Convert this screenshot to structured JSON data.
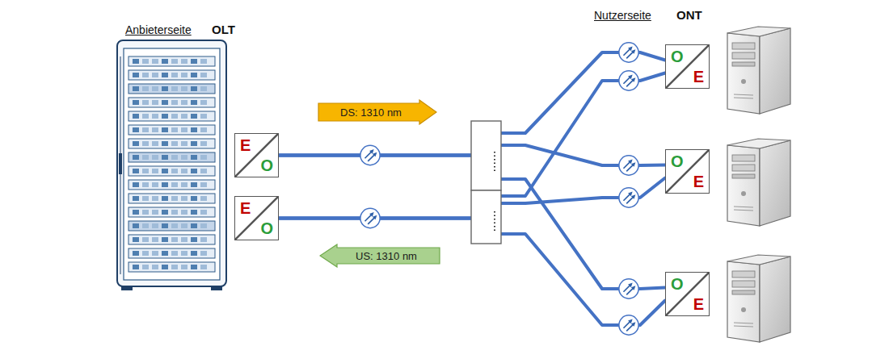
{
  "diagram": {
    "nodes": [
      {
        "text": [
          "E",
          "O"
        ]
      },
      {
        "text": [
          "E",
          "O"
        ]
      },
      {
        "text": [
          "DS: 1310 nm"
        ]
      },
      {
        "text": [
          "US: 1310 nm"
        ]
      },
      {
        "text": [
          "O",
          "E"
        ]
      },
      {
        "text": [
          "O",
          "E"
        ]
      },
      {
        "text": [
          "O",
          "E"
        ]
      }
    ],
    "edges": [
      {
        "from": 0,
        "to": 4,
        "arrow": "none"
      },
      {
        "from": 0,
        "to": 5,
        "arrow": "none"
      },
      {
        "from": 0,
        "to": 6,
        "arrow": "none"
      },
      {
        "from": 1,
        "to": 4,
        "arrow": "none"
      },
      {
        "from": 1,
        "to": 5,
        "arrow": "none"
      },
      {
        "from": 1,
        "to": 6,
        "arrow": "none"
      }
    ],
    "labels": [
      "Anbieterseite",
      "OLT",
      "Nutzerseite",
      "ONT"
    ]
  }
}
